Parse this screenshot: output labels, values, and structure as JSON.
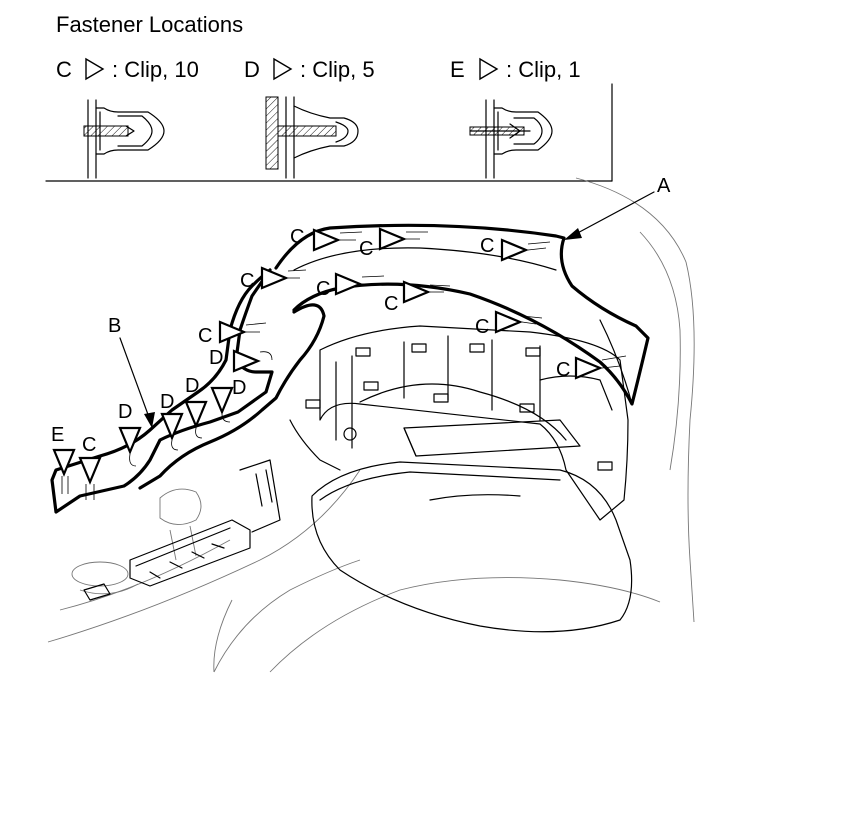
{
  "title": "Fastener Locations",
  "legend": [
    {
      "letter": "C",
      "text": ": Clip, 10"
    },
    {
      "letter": "D",
      "text": ": Clip, 5"
    },
    {
      "letter": "E",
      "text": ": Clip, 1"
    }
  ],
  "callouts": {
    "a": "A",
    "b": "B"
  },
  "markers": [
    {
      "label": "C"
    },
    {
      "label": "C"
    },
    {
      "label": "C"
    },
    {
      "label": "C"
    },
    {
      "label": "C"
    },
    {
      "label": "C"
    },
    {
      "label": "C"
    },
    {
      "label": "C"
    },
    {
      "label": "C"
    },
    {
      "label": "D"
    },
    {
      "label": "D"
    },
    {
      "label": "D"
    },
    {
      "label": "D"
    },
    {
      "label": "D"
    },
    {
      "label": "E"
    },
    {
      "label": "C"
    }
  ]
}
